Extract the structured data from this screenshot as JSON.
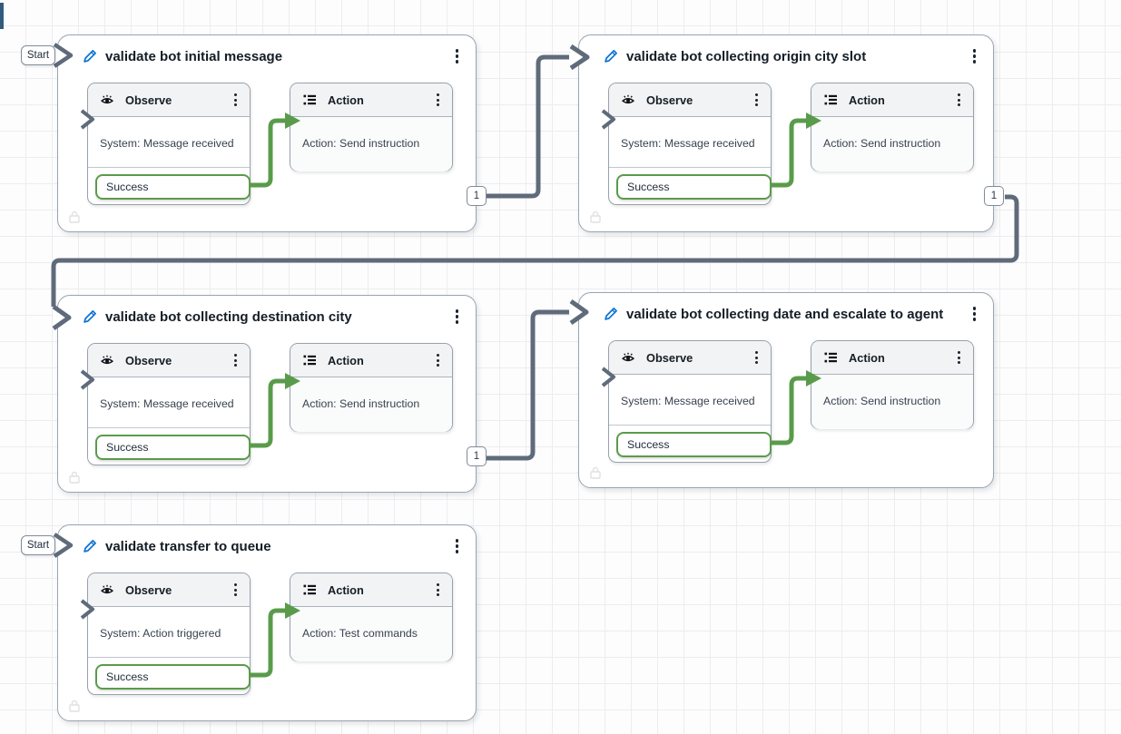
{
  "app": "test-flow-editor",
  "start_label": "Start",
  "colors": {
    "connector_gray": "#5f6b7a",
    "success_green": "#5a9b4b",
    "accent_blue": "#0972d3",
    "title_text": "#141d26",
    "body_text": "#37424f",
    "card_header_bg": "#f2f3f4",
    "panel_edge": "#315b7e"
  },
  "icons": [
    "edit-pencil-icon",
    "eye-icon",
    "bullet-list-icon",
    "kebab-menu-icon",
    "start-chevron-icon",
    "entry-chevron-icon",
    "lock-icon"
  ],
  "blocks": [
    {
      "title": "validate bot initial message",
      "has_start": true,
      "badge": "1",
      "observe": {
        "label": "Observe",
        "event": "System: Message received",
        "port": "Success"
      },
      "action": {
        "label": "Action",
        "instruction": "Action: Send instruction"
      }
    },
    {
      "title": "validate bot collecting origin city slot",
      "has_start": false,
      "badge": "1",
      "observe": {
        "label": "Observe",
        "event": "System: Message received",
        "port": "Success"
      },
      "action": {
        "label": "Action",
        "instruction": "Action: Send instruction"
      }
    },
    {
      "title": "validate bot collecting destination city",
      "has_start": false,
      "badge": "1",
      "observe": {
        "label": "Observe",
        "event": "System: Message received",
        "port": "Success"
      },
      "action": {
        "label": "Action",
        "instruction": "Action: Send instruction"
      }
    },
    {
      "title": "validate bot collecting date and escalate to agent",
      "has_start": false,
      "badge": null,
      "observe": {
        "label": "Observe",
        "event": "System: Message received",
        "port": "Success"
      },
      "action": {
        "label": "Action",
        "instruction": "Action: Send instruction"
      }
    },
    {
      "title": "validate transfer to queue",
      "has_start": true,
      "badge": null,
      "observe": {
        "label": "Observe",
        "event": "System: Action triggered",
        "port": "Success"
      },
      "action": {
        "label": "Action",
        "instruction": "Action: Test commands"
      }
    }
  ]
}
